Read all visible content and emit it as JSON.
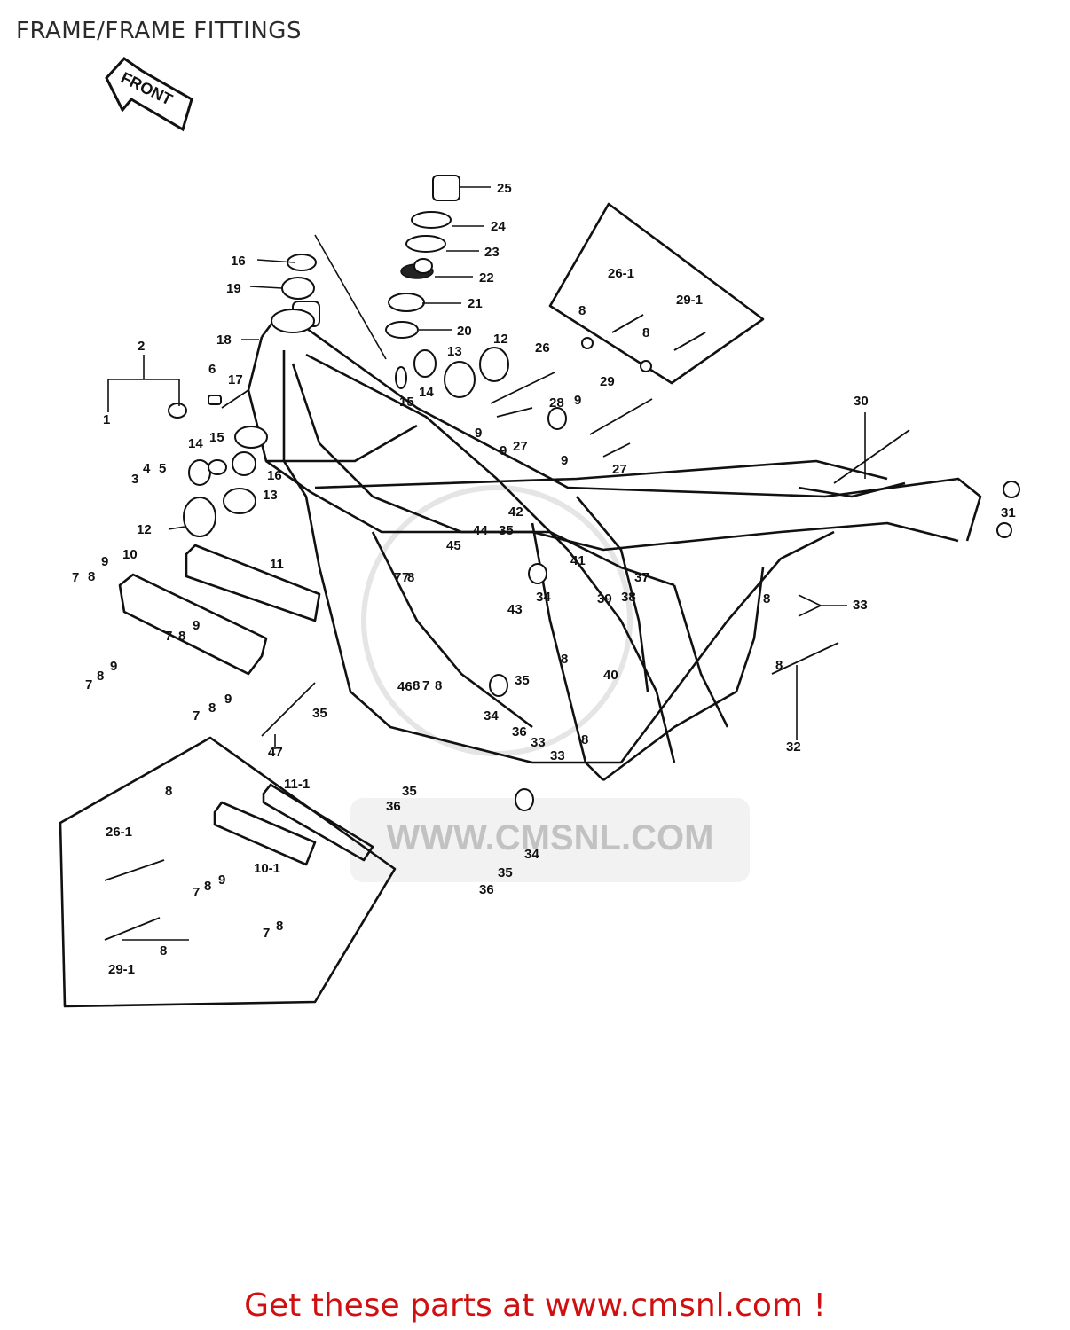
{
  "page_title": "FRAME/FRAME FITTINGS",
  "front_arrow_label": "FRONT",
  "watermark": "WWW.CMSNL.COM",
  "footer_link": "Get these parts at www.cmsnl.com !",
  "callouts": {
    "c1": "1",
    "c2": "2",
    "c3": "3",
    "c4": "4",
    "c5": "5",
    "c6": "6",
    "c7a": "7",
    "c7b": "7",
    "c7c": "7",
    "c7d": "7",
    "c7e": "7",
    "c7f": "7",
    "c7g": "7",
    "c7h": "7",
    "c7i": "7",
    "c8a": "8",
    "c8b": "8",
    "c8c": "8",
    "c8d": "8",
    "c8e": "8",
    "c8f": "8",
    "c8g": "8",
    "c8h": "8",
    "c8i": "8",
    "c8j": "8",
    "c8k": "8",
    "c8l": "8",
    "c8m": "8",
    "c8n": "8",
    "c8o": "8",
    "c8p": "8",
    "c8q": "8",
    "c9a": "9",
    "c9b": "9",
    "c9c": "9",
    "c9d": "9",
    "c9e": "9",
    "c9f": "9",
    "c9g": "9",
    "c9h": "9",
    "c9i": "9",
    "c10a": "10",
    "c10b": "10-1",
    "c11a": "11",
    "c11b": "11-1",
    "c12a": "12",
    "c12b": "12",
    "c13a": "13",
    "c13b": "13",
    "c14a": "14",
    "c14b": "14",
    "c15a": "15",
    "c15b": "15",
    "c16a": "16",
    "c16b": "16",
    "c17": "17",
    "c18": "18",
    "c19": "19",
    "c20": "20",
    "c21": "21",
    "c22": "22",
    "c23": "23",
    "c24": "24",
    "c25": "25",
    "c26": "26",
    "c26a": "26-1",
    "c26b": "26-1",
    "c27a": "27",
    "c27b": "27",
    "c28": "28",
    "c29": "29",
    "c29a": "29-1",
    "c29b": "29-1",
    "c30": "30",
    "c31": "31",
    "c32": "32",
    "c33a": "33",
    "c33b": "33",
    "c33c": "33",
    "c34a": "34",
    "c34b": "34",
    "c34c": "34",
    "c35a": "35",
    "c35b": "35",
    "c35c": "35",
    "c35d": "35",
    "c35e": "35",
    "c36a": "36",
    "c36b": "36",
    "c36c": "36",
    "c37": "37",
    "c38": "38",
    "c39": "39",
    "c40": "40",
    "c41": "41",
    "c42": "42",
    "c43": "43",
    "c44": "44",
    "c45": "45",
    "c46": "46",
    "c47": "47"
  }
}
